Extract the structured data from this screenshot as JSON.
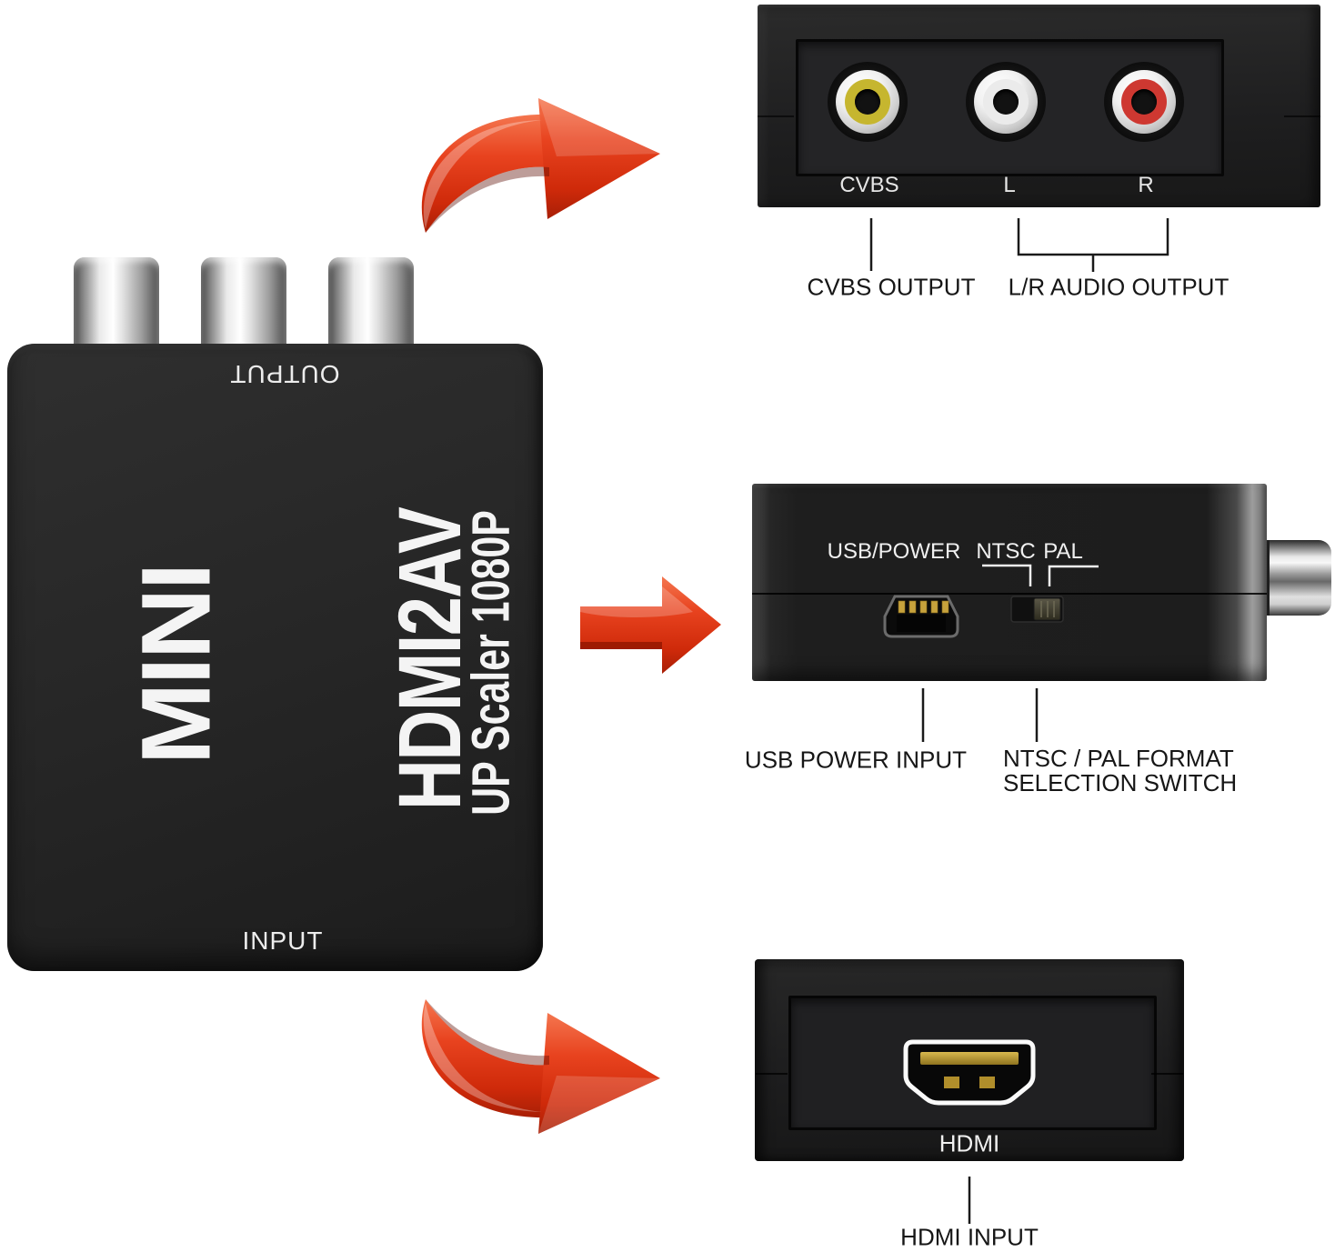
{
  "product": {
    "device_front": {
      "top_port_label": "OUTPUT",
      "bottom_port_label": "INPUT",
      "brand_text": "MINI",
      "model_text": "HDMI2AV",
      "feature_text": "UP Scaler 1080P"
    },
    "output_panel": {
      "jacks": [
        {
          "label": "CVBS",
          "color": "#c6b62f"
        },
        {
          "label": "L",
          "color": "#ebebeb"
        },
        {
          "label": "R",
          "color": "#ce3831"
        }
      ],
      "callouts": [
        {
          "label": "CVBS OUTPUT"
        },
        {
          "label": "L/R AUDIO OUTPUT"
        }
      ]
    },
    "side_panel": {
      "port_labels": [
        "USB/POWER",
        "NTSC",
        "PAL"
      ],
      "callouts": [
        {
          "label": "USB POWER INPUT"
        },
        {
          "label_line1": "NTSC / PAL FORMAT",
          "label_line2": "SELECTION SWITCH"
        }
      ]
    },
    "input_panel": {
      "port_label": "HDMI",
      "callout": {
        "label": "HDMI INPUT"
      }
    },
    "colors": {
      "arrow_red": "#e23b1b",
      "rca_yellow": "#c6b62f",
      "rca_white": "#ebebeb",
      "rca_red": "#ce3831",
      "panel_black": "#1e1e1e"
    }
  }
}
